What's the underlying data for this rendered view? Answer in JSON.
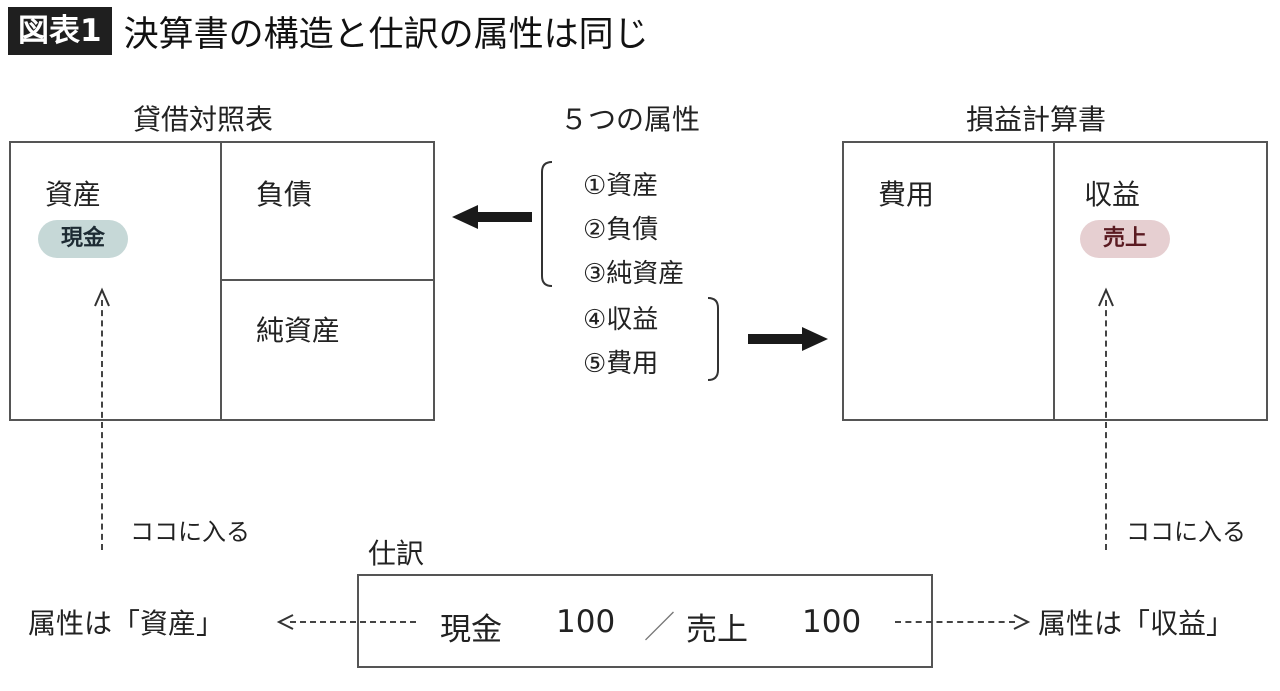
{
  "header": {
    "tag": "図表1",
    "title": "決算書の構造と仕訳の属性は同じ"
  },
  "balance_sheet": {
    "title": "貸借対照表",
    "assets": "資産",
    "cash_pill": "現金",
    "liabilities": "負債",
    "net_assets": "純資産"
  },
  "attributes": {
    "title": "５つの属性",
    "items": [
      "①資産",
      "②負債",
      "③純資産",
      "④収益",
      "⑤費用"
    ]
  },
  "income_statement": {
    "title": "損益計算書",
    "expenses": "費用",
    "revenue": "収益",
    "sales_pill": "売上"
  },
  "notes": {
    "left_enter": "ココに入る",
    "right_enter": "ココに入る"
  },
  "journal": {
    "title": "仕訳",
    "left_item": "現金",
    "left_amount": "100",
    "separator": "／",
    "right_item": "売上",
    "right_amount": "100",
    "left_attr": "属性は「資産」",
    "right_attr": "属性は「収益」"
  }
}
